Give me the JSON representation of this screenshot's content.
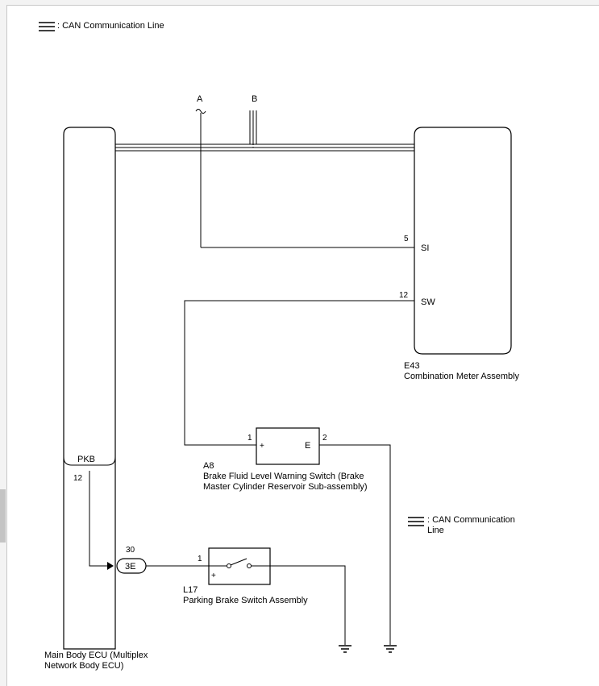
{
  "legend": {
    "top": ": CAN Communication Line",
    "mid_1": ": CAN Communication",
    "mid_2": "Line"
  },
  "wire_labels": {
    "a": "A",
    "b": "B"
  },
  "main_body_ecu": {
    "terminal_name": "PKB",
    "terminal_pin": "12",
    "label_1": "Main Body ECU (Multiplex",
    "label_2": "Network Body ECU)"
  },
  "combination_meter": {
    "code": "E43",
    "name": "Combination Meter Assembly",
    "si_pin": "5",
    "si_name": "SI",
    "sw_pin": "12",
    "sw_name": "SW"
  },
  "brake_fluid_switch": {
    "code": "A8",
    "name_1": "Brake Fluid Level Warning Switch (Brake",
    "name_2": "Master Cylinder Reservoir Sub-assembly)",
    "pin_left": "1",
    "pin_right": "2",
    "plus": "+",
    "e": "E"
  },
  "connector": {
    "pin": "30",
    "id": "3E"
  },
  "parking_brake_switch": {
    "code": "L17",
    "name": "Parking Brake Switch Assembly",
    "pin": "1",
    "plus": "+"
  }
}
